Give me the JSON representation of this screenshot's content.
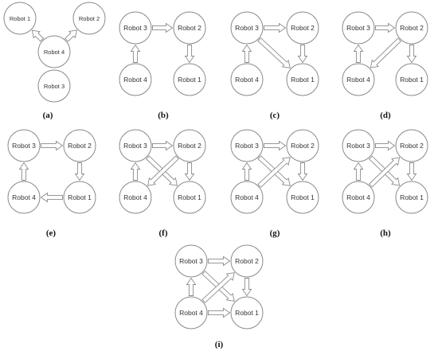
{
  "nodes": {
    "r1": "Robot 1",
    "r2": "Robot 2",
    "r3": "Robot 3",
    "r4": "Robot 4"
  },
  "panels": [
    {
      "id": "a",
      "caption": "(a)",
      "edges": [
        [
          "r4",
          "r1"
        ],
        [
          "r4",
          "r2"
        ],
        [
          "r4",
          "r3"
        ]
      ]
    },
    {
      "id": "b",
      "caption": "(b)",
      "edges": [
        [
          "r3",
          "r2"
        ],
        [
          "r4",
          "r3"
        ],
        [
          "r2",
          "r1"
        ]
      ]
    },
    {
      "id": "c",
      "caption": "(c)",
      "edges": [
        [
          "r3",
          "r2"
        ],
        [
          "r4",
          "r3"
        ],
        [
          "r2",
          "r1"
        ],
        [
          "r3",
          "r1"
        ]
      ]
    },
    {
      "id": "d",
      "caption": "(d)",
      "edges": [
        [
          "r3",
          "r2"
        ],
        [
          "r4",
          "r3"
        ],
        [
          "r2",
          "r1"
        ],
        [
          "r2",
          "r4"
        ]
      ]
    },
    {
      "id": "e",
      "caption": "(e)",
      "edges": [
        [
          "r3",
          "r2"
        ],
        [
          "r4",
          "r3"
        ],
        [
          "r2",
          "r1"
        ],
        [
          "r1",
          "r4"
        ]
      ]
    },
    {
      "id": "f",
      "caption": "(f)",
      "edges": [
        [
          "r3",
          "r2"
        ],
        [
          "r4",
          "r3"
        ],
        [
          "r2",
          "r1"
        ],
        [
          "r3",
          "r1"
        ],
        [
          "r2",
          "r4"
        ]
      ]
    },
    {
      "id": "g",
      "caption": "(g)",
      "edges": [
        [
          "r3",
          "r2"
        ],
        [
          "r4",
          "r3"
        ],
        [
          "r2",
          "r1"
        ],
        [
          "r3",
          "r1"
        ],
        [
          "r4",
          "r2"
        ]
      ]
    },
    {
      "id": "h",
      "caption": "(h)",
      "edges": [
        [
          "r3",
          "r2"
        ],
        [
          "r4",
          "r3"
        ],
        [
          "r2",
          "r1"
        ],
        [
          "r3",
          "r1"
        ],
        [
          "r4",
          "r2"
        ]
      ]
    },
    {
      "id": "i",
      "caption": "(i)",
      "edges": [
        [
          "r3",
          "r2"
        ],
        [
          "r4",
          "r3"
        ],
        [
          "r2",
          "r1"
        ],
        [
          "r3",
          "r1"
        ],
        [
          "r4",
          "r2"
        ],
        [
          "r4",
          "r1"
        ]
      ]
    }
  ],
  "colors": {
    "stroke": "#8a8a8a",
    "text": "#333333",
    "caption": "#111111",
    "background": "#ffffff"
  }
}
